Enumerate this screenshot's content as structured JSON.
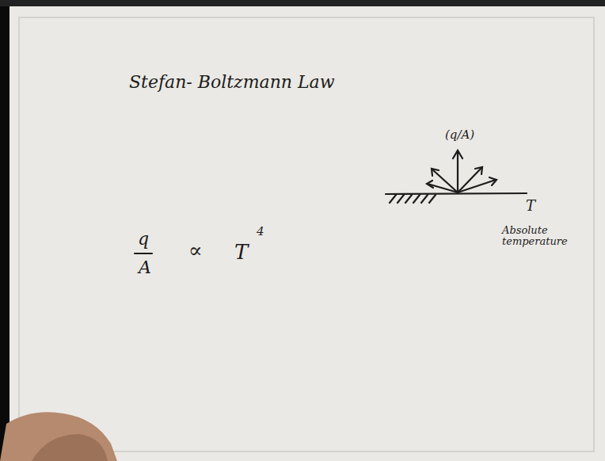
{
  "diagram": {
    "title": "Stefan- Boltzmann Law",
    "labels": [
      "(q/A)",
      "T",
      "Absolute temperature",
      "q",
      "A",
      "∝",
      "T",
      "4"
    ]
  }
}
